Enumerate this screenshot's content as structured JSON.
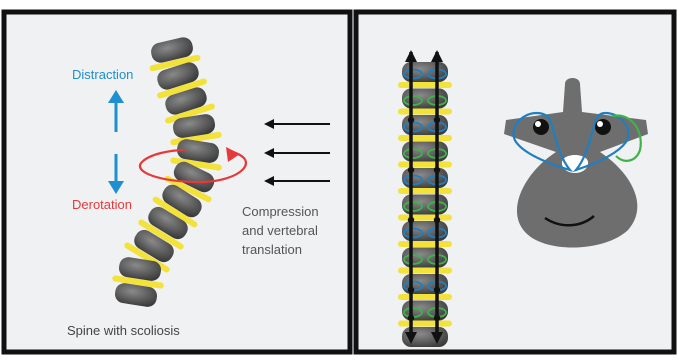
{
  "left_panel": {
    "labels": {
      "distraction": "Distraction",
      "derotation": "Derotation",
      "compression_line1": "Compression",
      "compression_line2": "and vertebral",
      "compression_line3": "translation",
      "caption": "Spine with scoliosis"
    }
  },
  "colors": {
    "panel_background": "#eff1f2",
    "frame": "#111111",
    "vertebra": "#5c5c5c",
    "disc": "#f2e23a",
    "distraction_text": "#1e8fd0",
    "distraction_arrow": "#1e8fd0",
    "derotation_text": "#e63a3a",
    "derotation_arrow": "#e63a3a",
    "compression_arrows": "#111111",
    "rod": "#111111",
    "screw_blue": "#1f7fc0",
    "screw_green": "#3fb34a",
    "axial_vertebra": "#6e6e6e"
  }
}
